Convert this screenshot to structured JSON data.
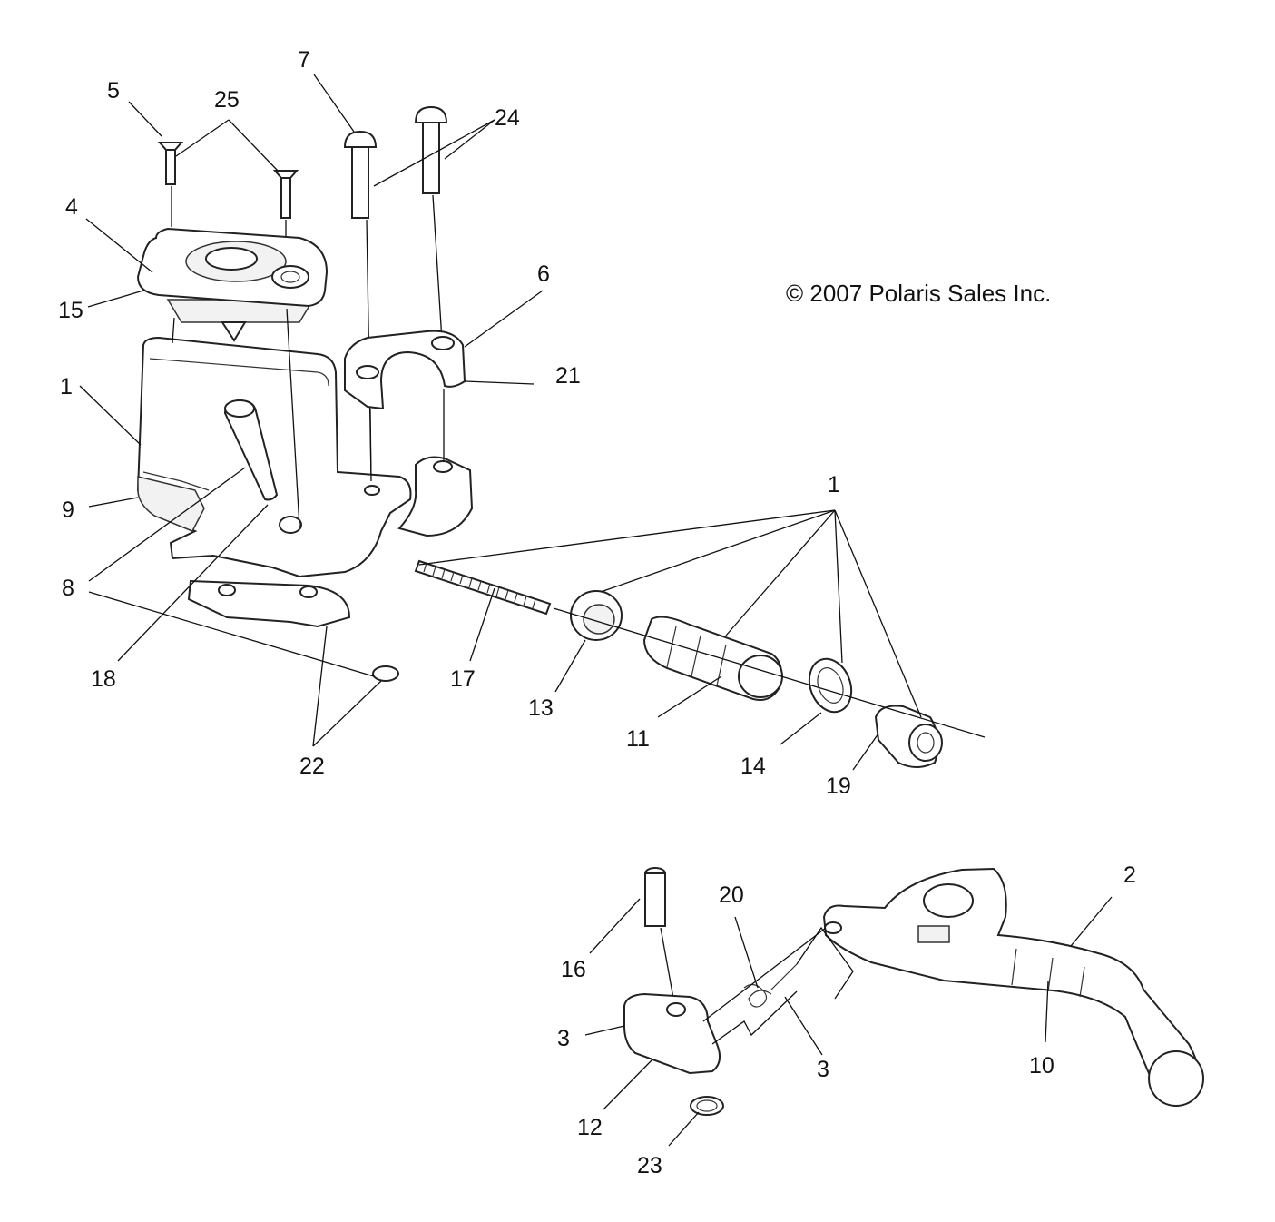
{
  "copyright": "© 2007 Polaris Sales Inc.",
  "callouts": [
    {
      "id": "c5",
      "text": "5"
    },
    {
      "id": "c25",
      "text": "25"
    },
    {
      "id": "c7",
      "text": "7"
    },
    {
      "id": "c24",
      "text": "24"
    },
    {
      "id": "c4",
      "text": "4"
    },
    {
      "id": "c15",
      "text": "15"
    },
    {
      "id": "c6",
      "text": "6"
    },
    {
      "id": "c21",
      "text": "21"
    },
    {
      "id": "c1a",
      "text": "1"
    },
    {
      "id": "c9",
      "text": "9"
    },
    {
      "id": "c8",
      "text": "8"
    },
    {
      "id": "c18",
      "text": "18"
    },
    {
      "id": "c22",
      "text": "22"
    },
    {
      "id": "c17",
      "text": "17"
    },
    {
      "id": "c13",
      "text": "13"
    },
    {
      "id": "c11",
      "text": "11"
    },
    {
      "id": "c14",
      "text": "14"
    },
    {
      "id": "c19",
      "text": "19"
    },
    {
      "id": "c1b",
      "text": "1"
    },
    {
      "id": "c2",
      "text": "2"
    },
    {
      "id": "c20",
      "text": "20"
    },
    {
      "id": "c16",
      "text": "16"
    },
    {
      "id": "c3a",
      "text": "3"
    },
    {
      "id": "c3b",
      "text": "3"
    },
    {
      "id": "c10",
      "text": "10"
    },
    {
      "id": "c12",
      "text": "12"
    },
    {
      "id": "c23",
      "text": "23"
    }
  ]
}
